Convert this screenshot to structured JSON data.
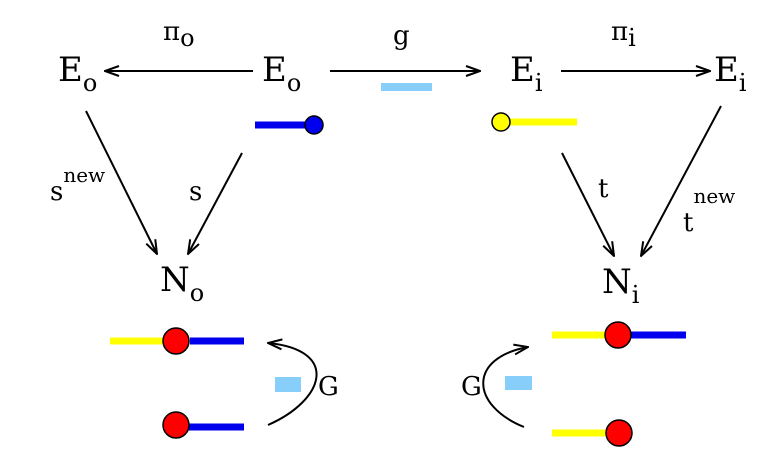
{
  "colors": {
    "outgoing_edge": "#0000ee",
    "incoming_edge": "#ffff00",
    "node": "#ff0000",
    "edge_token": "#87cefa",
    "stroke": "#000000"
  },
  "objects": {
    "e_o_left": {
      "base": "E",
      "sub": "o"
    },
    "e_o_right": {
      "base": "E",
      "sub": "o"
    },
    "e_i_left": {
      "base": "E",
      "sub": "i"
    },
    "e_i_right": {
      "base": "E",
      "sub": "i"
    },
    "n_o": {
      "base": "N",
      "sub": "o"
    },
    "n_i": {
      "base": "N",
      "sub": "i"
    }
  },
  "morphisms": {
    "pi_o": {
      "base": "π",
      "sub": "o"
    },
    "pi_i": {
      "base": "π",
      "sub": "i"
    },
    "g": {
      "label": "g"
    },
    "s_new": {
      "base": "s",
      "sup": "new"
    },
    "s": {
      "label": "s"
    },
    "t": {
      "label": "t"
    },
    "t_new": {
      "base": "t",
      "sup": "new"
    },
    "G_left": {
      "label": "G"
    },
    "G_right": {
      "label": "G"
    }
  }
}
